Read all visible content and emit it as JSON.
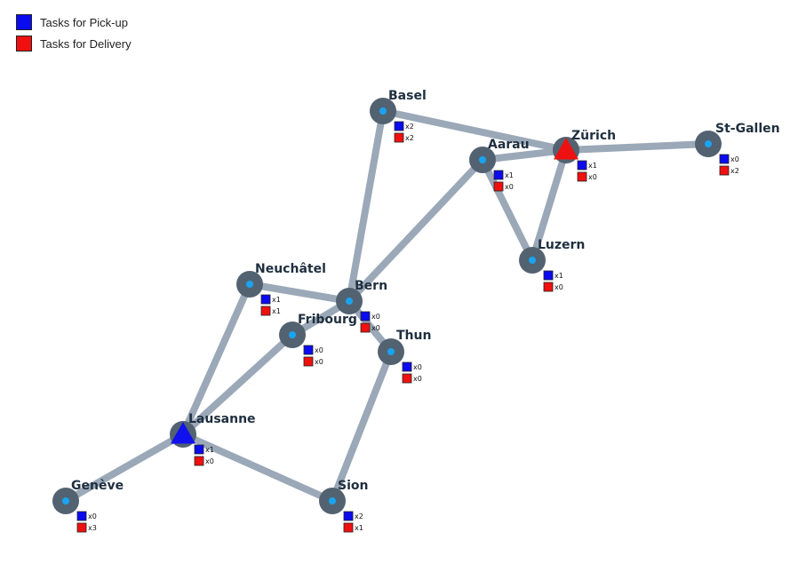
{
  "legend": {
    "pickup": {
      "label": "Tasks for Pick-up",
      "color": "#0b0bf0"
    },
    "delivery": {
      "label": "Tasks for Delivery",
      "color": "#f01010"
    }
  },
  "colors": {
    "road": "#9aa8b8",
    "node": "#536270",
    "node_center": "#1aa3f0",
    "label": "#1f2f3f"
  },
  "cities": [
    {
      "id": "basel",
      "name": "Basel",
      "pickup": "x2",
      "delivery": "x2"
    },
    {
      "id": "zurich",
      "name": "Zürich",
      "pickup": "x1",
      "delivery": "x0"
    },
    {
      "id": "st-gallen",
      "name": "St-Gallen",
      "pickup": "x0",
      "delivery": "x2"
    },
    {
      "id": "aarau",
      "name": "Aarau",
      "pickup": "x1",
      "delivery": "x0"
    },
    {
      "id": "luzern",
      "name": "Luzern",
      "pickup": "x1",
      "delivery": "x0"
    },
    {
      "id": "neuchatel",
      "name": "Neuchâtel",
      "pickup": "x1",
      "delivery": "x1"
    },
    {
      "id": "bern",
      "name": "Bern",
      "pickup": "x0",
      "delivery": "x0"
    },
    {
      "id": "fribourg",
      "name": "Fribourg",
      "pickup": "x0",
      "delivery": "x0"
    },
    {
      "id": "thun",
      "name": "Thun",
      "pickup": "x0",
      "delivery": "x0"
    },
    {
      "id": "lausanne",
      "name": "Lausanne",
      "pickup": "x1",
      "delivery": "x0"
    },
    {
      "id": "geneve",
      "name": "Genève",
      "pickup": "x0",
      "delivery": "x3"
    },
    {
      "id": "sion",
      "name": "Sion",
      "pickup": "x2",
      "delivery": "x1"
    }
  ],
  "roads": [
    [
      "basel",
      "zurich"
    ],
    [
      "basel",
      "bern"
    ],
    [
      "zurich",
      "st-gallen"
    ],
    [
      "zurich",
      "aarau"
    ],
    [
      "zurich",
      "luzern"
    ],
    [
      "aarau",
      "luzern"
    ],
    [
      "aarau",
      "bern"
    ],
    [
      "bern",
      "neuchatel"
    ],
    [
      "bern",
      "fribourg"
    ],
    [
      "bern",
      "thun"
    ],
    [
      "neuchatel",
      "lausanne"
    ],
    [
      "fribourg",
      "lausanne"
    ],
    [
      "lausanne",
      "geneve"
    ],
    [
      "lausanne",
      "sion"
    ],
    [
      "thun",
      "sion"
    ]
  ],
  "vehicles": [
    {
      "id": "vehicle-red",
      "city": "zurich",
      "color": "#ee1111"
    },
    {
      "id": "vehicle-blue",
      "city": "lausanne",
      "color": "#1111ee"
    }
  ]
}
